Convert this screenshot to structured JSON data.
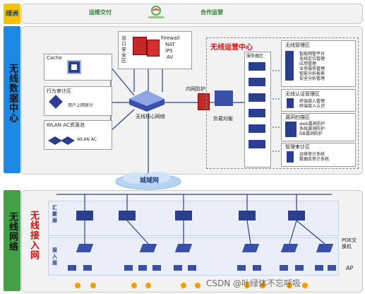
{
  "top": {
    "section": "绿洲",
    "left": "运维交付",
    "right": "合作运营"
  },
  "dc": {
    "section": "无线数据中心",
    "cache": "Cache",
    "audit": {
      "title": "行为审计区",
      "item": "用户上网审计"
    },
    "wlanac": {
      "title": "WLAN AC资源池",
      "item": "WLAN AC"
    },
    "exit": "出口安全区",
    "fw": [
      "Firewall",
      "NAT",
      "IPS",
      "AV"
    ],
    "core": "无线核心网络",
    "inner_protect": "内网防护",
    "lb": "负载均衡",
    "ops_center": "无线运营中心",
    "server_area": "服务器区",
    "mgmt": {
      "title": "无线管理区",
      "items": [
        "智能网管平台",
        "无线定位管理",
        "应用管理",
        "业务服务管理",
        "智能分析报表",
        "安全分析管理"
      ]
    },
    "auth": {
      "title": "无线认证管理区",
      "items": [
        "终端接入管理",
        "终端接入认识"
      ]
    },
    "scan": {
      "title": "漏洞扫描区",
      "items": [
        "web漏洞防护",
        "系统漏洞防护",
        "DB漏洞防护"
      ]
    },
    "audit2": {
      "title": "管理审计区",
      "items": [
        "运维审计系统",
        "数据库审计系统"
      ]
    }
  },
  "cloud": "城域网",
  "net": {
    "section": "无线网络",
    "access": "无线接入网",
    "agg": "汇聚层",
    "acc": "接入层",
    "poe": "POE交换机",
    "ap": "AP",
    "watermark": "CSDN @叶绿体不忘呼吸"
  }
}
